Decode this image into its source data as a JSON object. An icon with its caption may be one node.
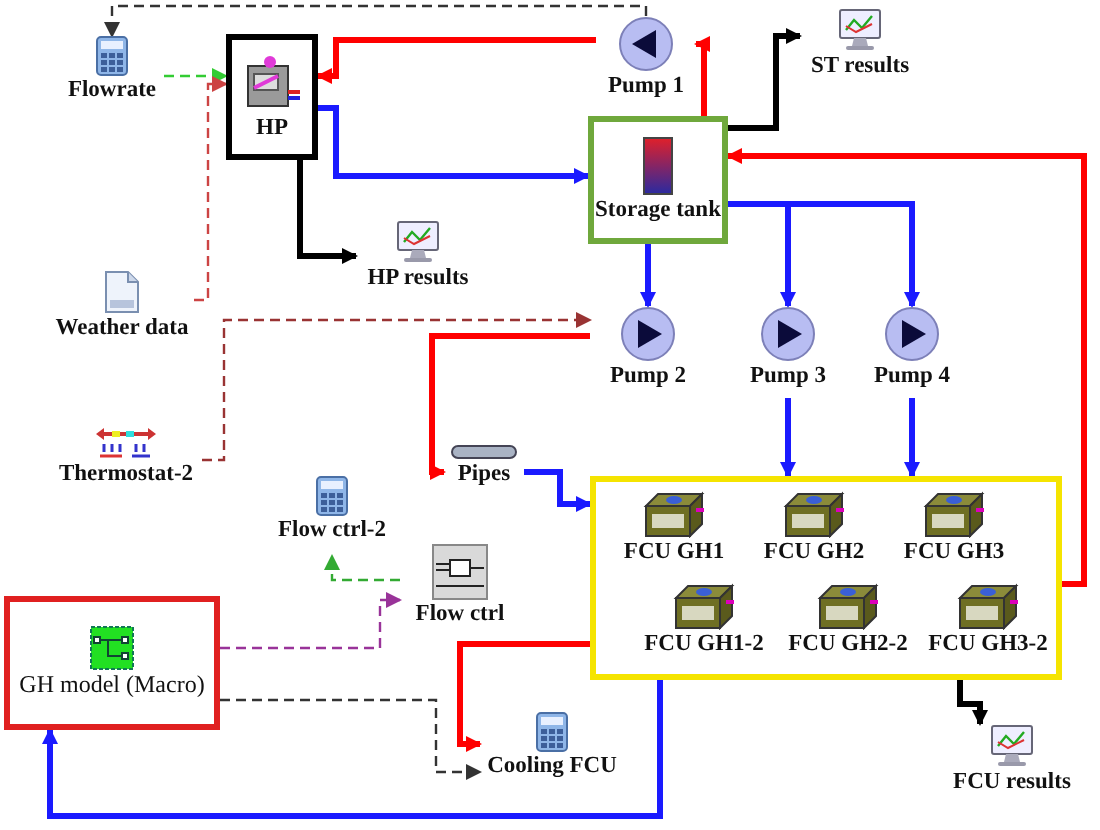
{
  "diagram": {
    "nodes": [
      {
        "text": [
          "Flowrate"
        ]
      },
      {
        "text": [
          "HP"
        ]
      },
      {
        "text": [
          "Pump 1"
        ]
      },
      {
        "text": [
          "ST results"
        ]
      },
      {
        "text": [
          "Storage tank"
        ]
      },
      {
        "text": [
          "HP results"
        ]
      },
      {
        "text": [
          "Weather data"
        ]
      },
      {
        "text": [
          "Pump 2"
        ]
      },
      {
        "text": [
          "Pump 3"
        ]
      },
      {
        "text": [
          "Pump 4"
        ]
      },
      {
        "text": [
          "Thermostat-2"
        ]
      },
      {
        "text": [
          "Pipes"
        ]
      },
      {
        "text": [
          "Flow ctrl-2"
        ]
      },
      {
        "text": [
          "Flow ctrl"
        ]
      },
      {
        "text": [],
        "shape": "box"
      },
      {
        "text": [
          "FCU GH1"
        ],
        "in": 14
      },
      {
        "text": [
          "FCU GH2"
        ],
        "in": 14
      },
      {
        "text": [
          "FCU GH3"
        ],
        "in": 14
      },
      {
        "text": [
          "FCU GH1-2"
        ],
        "in": 14
      },
      {
        "text": [
          "FCU GH2-2"
        ],
        "in": 14
      },
      {
        "text": [
          "FCU GH3-2"
        ],
        "in": 14
      },
      {
        "text": [
          "GH model (Macro)"
        ]
      },
      {
        "text": [
          "Cooling FCU"
        ]
      },
      {
        "text": [
          "FCU results"
        ]
      }
    ],
    "edges": [
      {
        "from": 0,
        "to": 1,
        "arrow": "to",
        "style": "dashed",
        "color": "#33cc33"
      },
      {
        "from": 6,
        "to": 1,
        "arrow": "to",
        "style": "dashed",
        "color": "#cc4444"
      },
      {
        "from": 1,
        "to": 5,
        "arrow": "to",
        "color": "#000000"
      },
      {
        "from": 2,
        "to": 1,
        "arrow": "to",
        "color": "#ff0000"
      },
      {
        "from": 1,
        "to": 4,
        "arrow": "to",
        "color": "#1a1aff"
      },
      {
        "from": 4,
        "to": 2,
        "arrow": "to",
        "color": "#ff0000"
      },
      {
        "from": 4,
        "to": 3,
        "arrow": "to",
        "color": "#000000"
      },
      {
        "from": 4,
        "to": 7,
        "arrow": "to",
        "color": "#1a1aff"
      },
      {
        "from": 4,
        "to": 8,
        "arrow": "to",
        "color": "#1a1aff"
      },
      {
        "from": 4,
        "to": 9,
        "arrow": "to",
        "color": "#1a1aff"
      },
      {
        "from": 7,
        "to": 11,
        "arrow": "to",
        "color": "#ff0000"
      },
      {
        "from": 11,
        "to": 14,
        "arrow": "to",
        "color": "#1a1aff"
      },
      {
        "from": 8,
        "to": 14,
        "arrow": "to",
        "color": "#1a1aff"
      },
      {
        "from": 9,
        "to": 14,
        "arrow": "to",
        "color": "#1a1aff"
      },
      {
        "from": 14,
        "to": 4,
        "arrow": "to",
        "color": "#ff0000"
      },
      {
        "from": 14,
        "to": 21,
        "arrow": "to",
        "color": "#1a1aff"
      },
      {
        "from": 14,
        "to": 23,
        "arrow": "to",
        "color": "#000000"
      },
      {
        "from": 14,
        "to": 22,
        "arrow": "to",
        "color": "#ff0000"
      },
      {
        "from": 21,
        "to": 13,
        "arrow": "to",
        "style": "dashed",
        "color": "#993399"
      },
      {
        "from": 13,
        "to": 12,
        "arrow": "to",
        "style": "dashed",
        "color": "#33aa33"
      },
      {
        "from": 10,
        "to": 7,
        "arrow": "to",
        "style": "dashed",
        "color": "#993333"
      },
      {
        "from": 21,
        "to": 22,
        "arrow": "to",
        "style": "dashed",
        "color": "#333333"
      },
      {
        "from": 2,
        "to": 0,
        "arrow": "to",
        "style": "dashed",
        "color": "#333333"
      }
    ]
  }
}
